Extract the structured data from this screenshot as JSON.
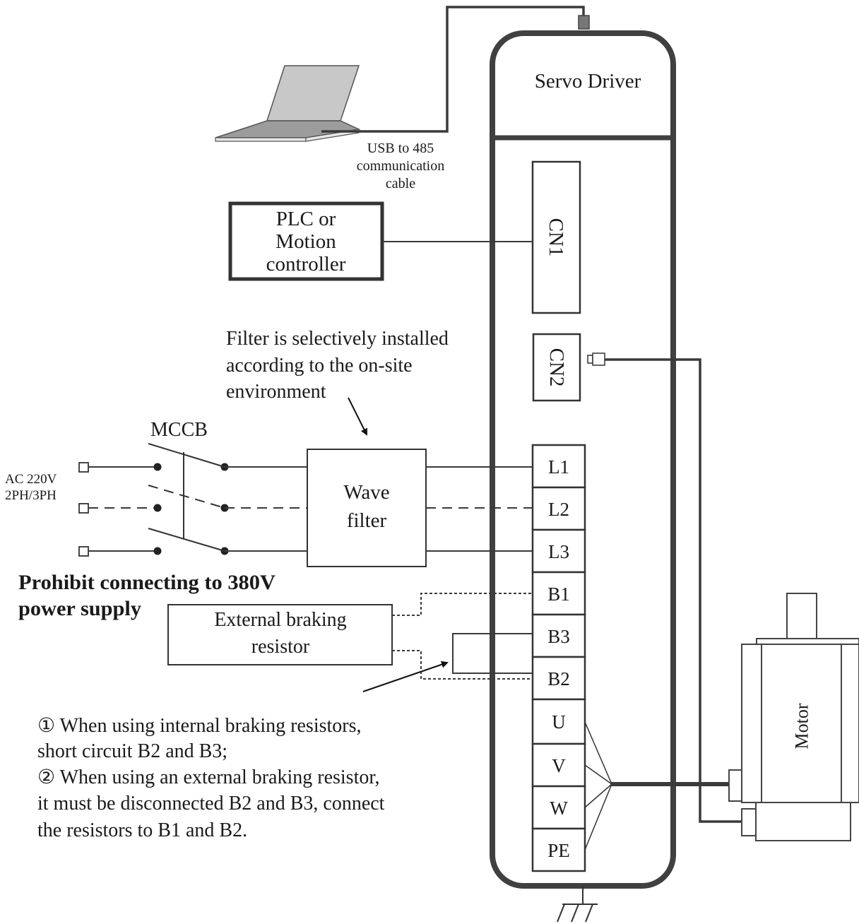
{
  "driver": {
    "title": "Servo Driver",
    "cn1": "CN1",
    "cn2": "CN2",
    "terminals": [
      "L1",
      "L2",
      "L3",
      "B1",
      "B3",
      "B2",
      "U",
      "V",
      "W",
      "PE"
    ]
  },
  "usb_cable": [
    "USB to 485",
    "communication",
    "cable"
  ],
  "plc": [
    "PLC or",
    "Motion",
    "controller"
  ],
  "filter_note": [
    "Filter is selectively installed",
    "according to the on-site",
    "environment"
  ],
  "mccb": "MCCB",
  "ac_supply": [
    "AC 220V",
    "2PH/3PH"
  ],
  "wave_filter": [
    "Wave",
    "filter"
  ],
  "warning": [
    "Prohibit connecting to 380V",
    "power supply"
  ],
  "brake_resistor": [
    "External braking",
    "resistor"
  ],
  "notes": [
    "① When using internal braking resistors,",
    "short circuit B2 and B3;",
    "② When using an external braking resistor,",
    "it must be disconnected B2 and B3, connect",
    "the resistors to B1 and B2."
  ],
  "motor": "Motor"
}
